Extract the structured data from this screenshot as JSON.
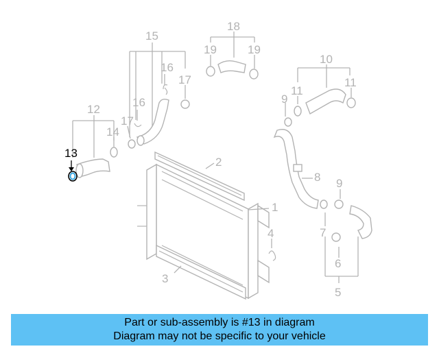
{
  "diagram": {
    "callouts": [
      "1",
      "2",
      "3",
      "4",
      "5",
      "6",
      "7",
      "8",
      "9",
      "9",
      "10",
      "11",
      "11",
      "12",
      "13",
      "14",
      "15",
      "16",
      "16",
      "17",
      "17",
      "18",
      "19",
      "19"
    ],
    "highlight_callout": "13",
    "highlight_color": "#3aa7e0",
    "line_color": "#b3b3b3"
  },
  "banner": {
    "line1": "Part or sub-assembly is #13 in diagram",
    "line2": "Diagram may not be specific to your vehicle",
    "background": "#5ec1f4"
  }
}
